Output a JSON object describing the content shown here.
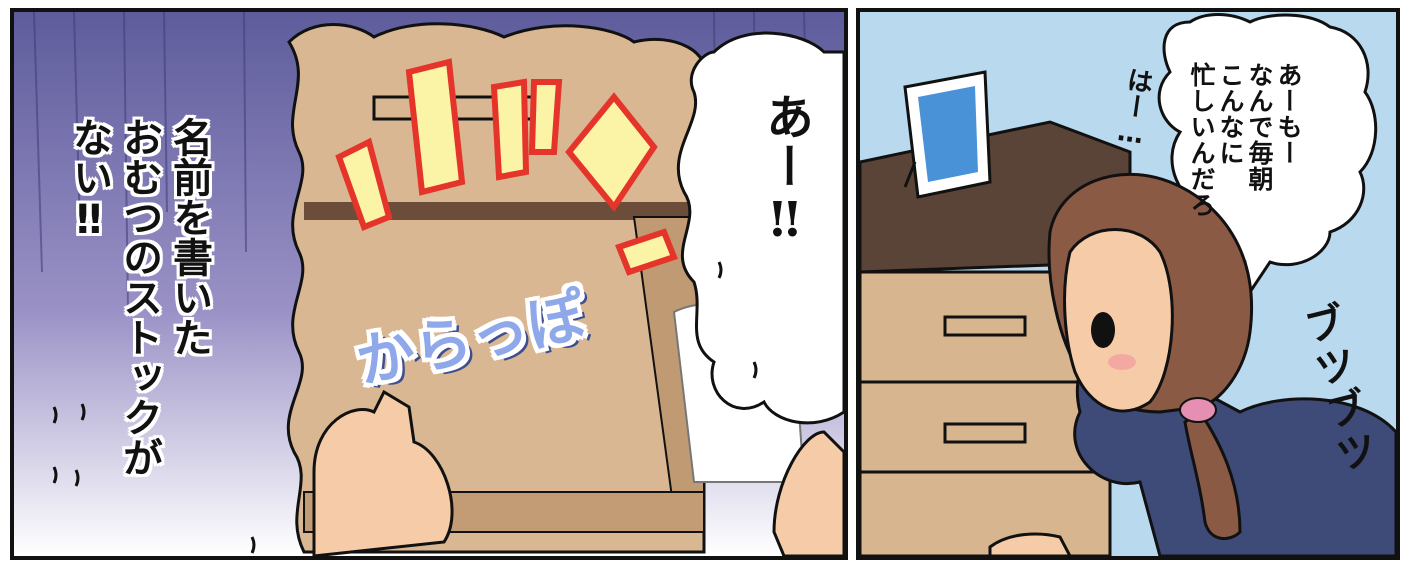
{
  "panels": {
    "left": {
      "narration": "名前を書いた\nおむつのストックが\nない‼",
      "exclamation": "あー‼",
      "sfx_empty": "からっぽ"
    },
    "right": {
      "sigh": "はー…",
      "speech": "あーもー\nなんで毎朝\nこんなに\n忙しいんだろ",
      "sfx_mutter": "ブツブツ"
    }
  },
  "colors": {
    "purple_sky": "#6b6aa8",
    "wood": "#d7b58f",
    "wall_blue": "#b9d9ee",
    "dresser_dark": "#5a4438",
    "accent_red": "#e5352b",
    "accent_yellow": "#fbf3a6",
    "shirt_navy": "#3e4a77",
    "hair_brown": "#8b5a44"
  }
}
